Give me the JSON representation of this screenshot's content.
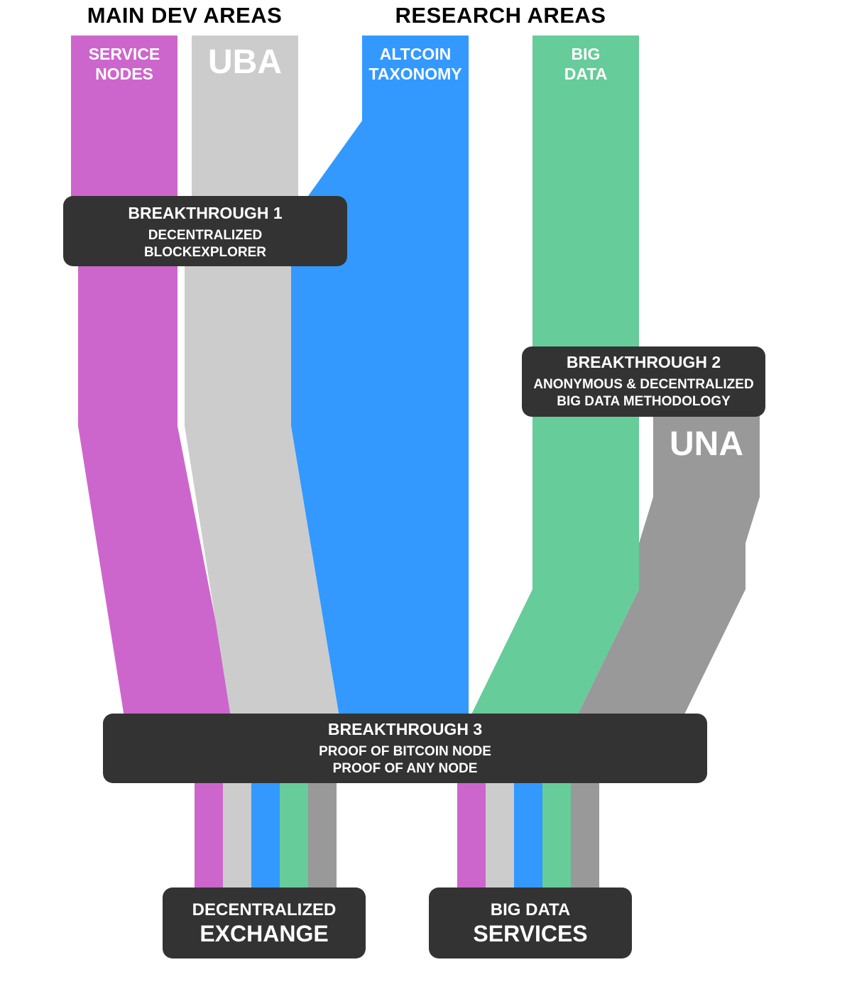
{
  "headers": {
    "main_dev": "MAIN DEV AREAS",
    "research": "RESEARCH AREAS"
  },
  "streams": {
    "service_nodes": {
      "line1": "SERVICE",
      "line2": "NODES",
      "color": "#cc66cc"
    },
    "uba": {
      "label": "UBA",
      "color": "#cccccc"
    },
    "altcoin": {
      "line1": "ALTCOIN",
      "line2": "TAXONOMY",
      "color": "#3399ff"
    },
    "big_data": {
      "line1": "BIG",
      "line2": "DATA",
      "color": "#66cc99"
    },
    "una": {
      "label": "UNA",
      "color": "#999999"
    }
  },
  "breakthroughs": {
    "b1": {
      "title": "BREAKTHROUGH 1",
      "line1": "DECENTRALIZED",
      "line2": "BLOCKEXPLORER"
    },
    "b2": {
      "title": "BREAKTHROUGH 2",
      "line1": "ANONYMOUS & DECENTRALIZED",
      "line2": "BIG DATA METHODOLOGY"
    },
    "b3": {
      "title": "BREAKTHROUGH 3",
      "line1": "PROOF OF BITCOIN NODE",
      "line2": "PROOF OF ANY NODE"
    }
  },
  "outcomes": {
    "exchange": {
      "line1": "DECENTRALIZED",
      "line2": "EXCHANGE"
    },
    "services": {
      "line1": "BIG DATA",
      "line2": "SERVICES"
    }
  },
  "colors": {
    "box": "#333333",
    "text_on_dark": "#ffffff"
  }
}
